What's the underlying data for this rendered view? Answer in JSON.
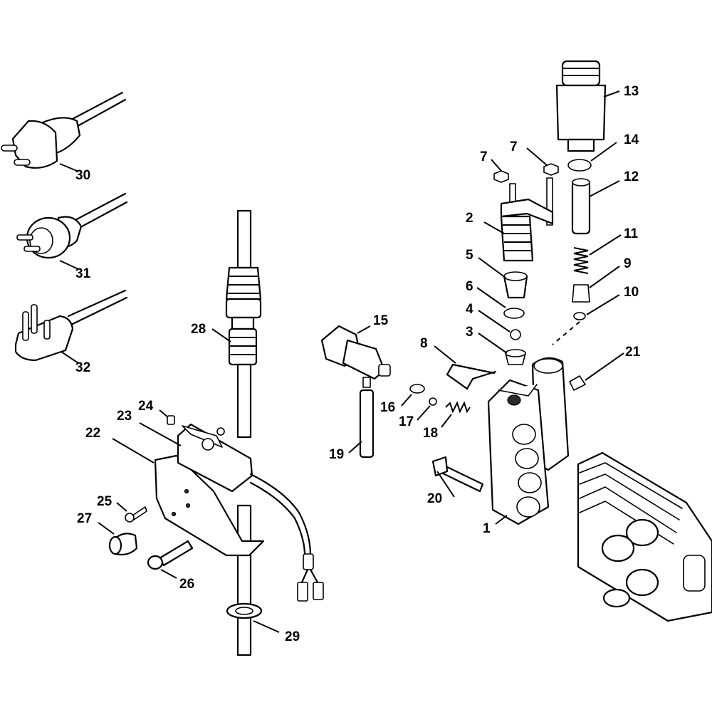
{
  "callouts": {
    "p1": "1",
    "p2": "2",
    "p3": "3",
    "p4": "4",
    "p5": "5",
    "p6": "6",
    "p7a": "7",
    "p7b": "7",
    "p8": "8",
    "p9": "9",
    "p10": "10",
    "p11": "11",
    "p12": "12",
    "p13": "13",
    "p14": "14",
    "p15": "15",
    "p16": "16",
    "p17": "17",
    "p18": "18",
    "p19": "19",
    "p20": "20",
    "p21": "21",
    "p22": "22",
    "p23": "23",
    "p24": "24",
    "p25": "25",
    "p26": "26",
    "p27": "27",
    "p28": "28",
    "p29": "29",
    "p30": "30",
    "p31": "31",
    "p32": "32"
  },
  "icons": {
    "plug_30": "schuko-plug-icon",
    "plug_31": "round-pin-plug-icon",
    "plug_32": "three-pin-plug-icon",
    "pump_head": "pump-head-icon"
  }
}
